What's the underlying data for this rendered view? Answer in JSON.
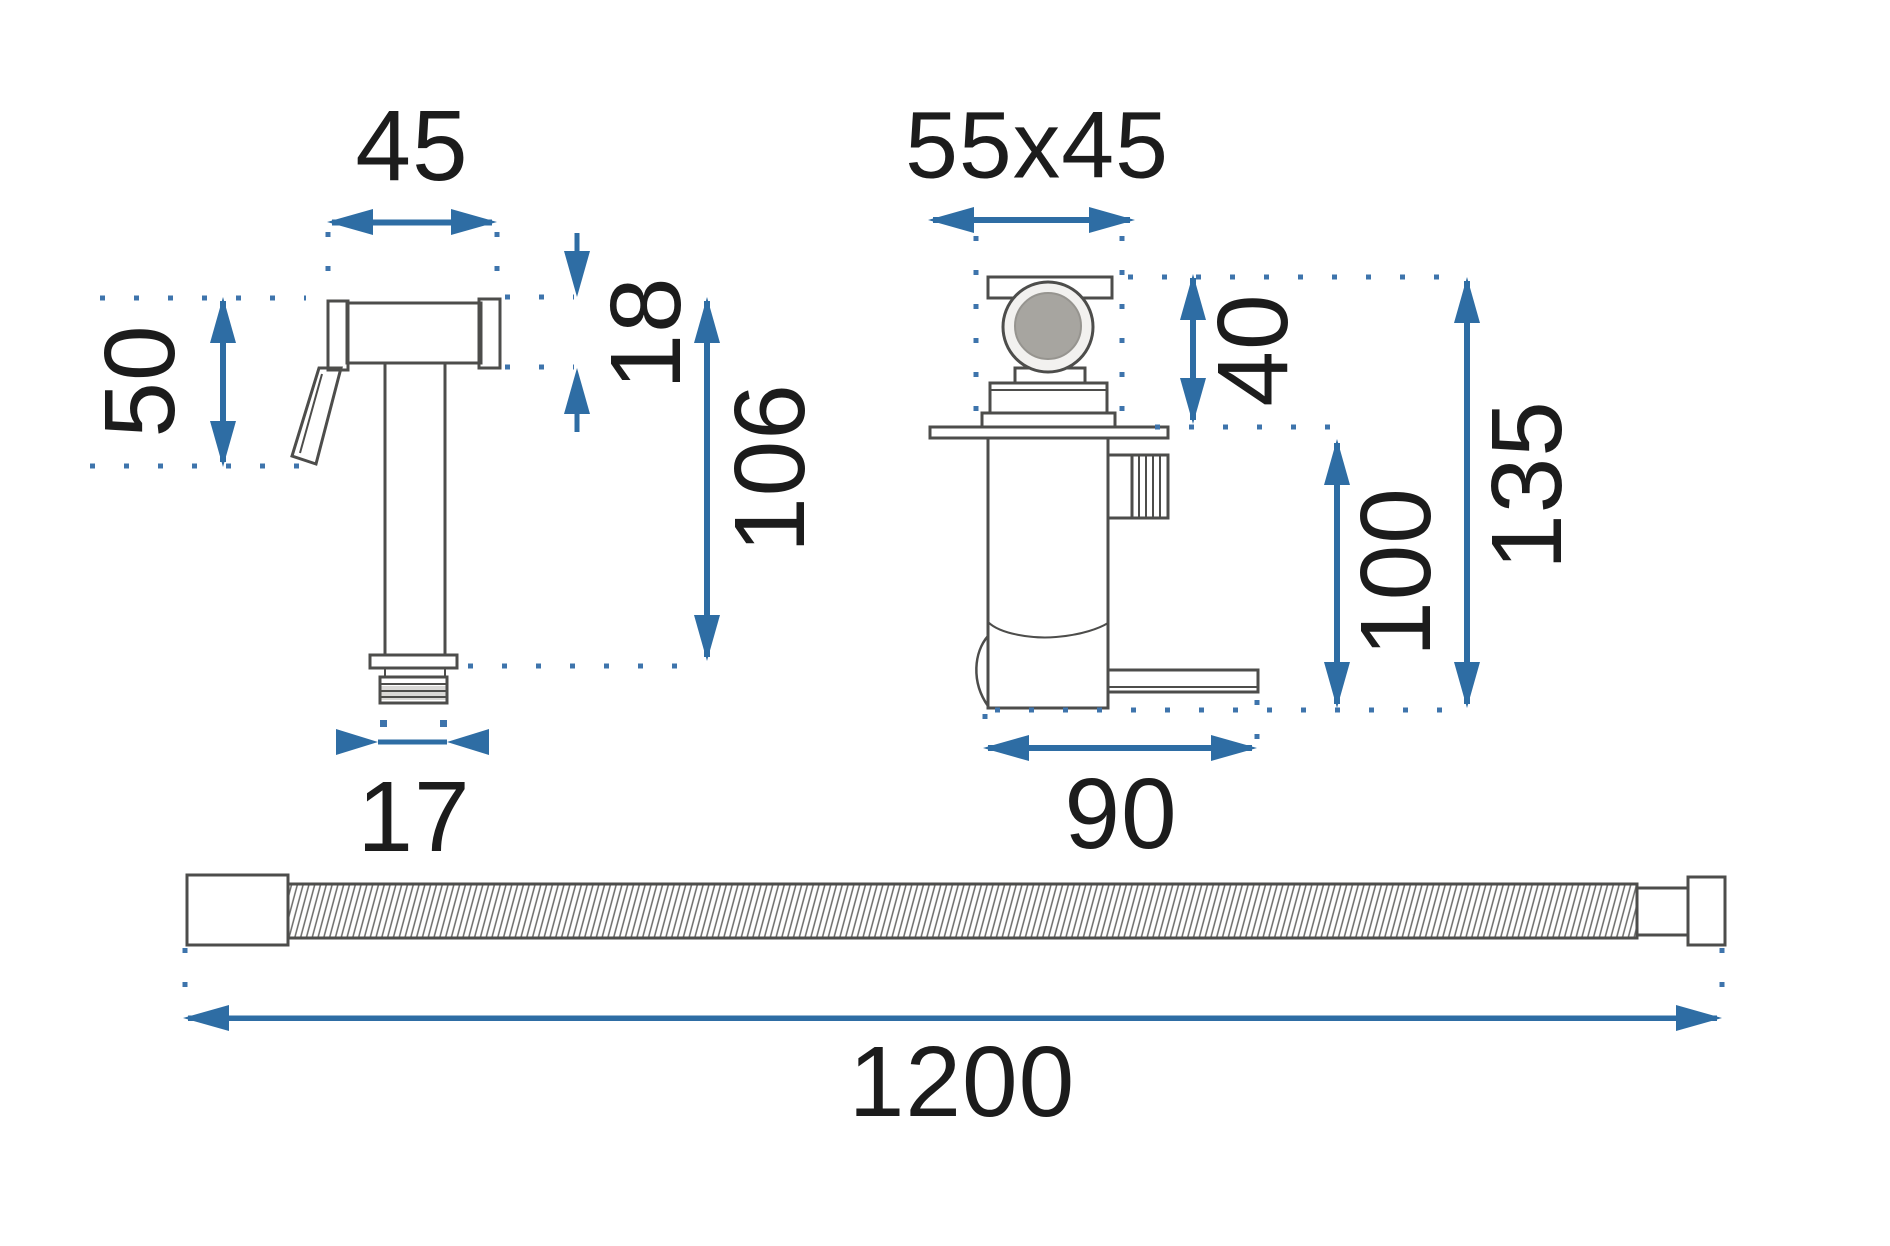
{
  "diagram": {
    "type": "technical-dimension-drawing",
    "units": "mm",
    "figures": [
      "handheld-bidet-sprayer",
      "mixer-valve",
      "shower-hose"
    ]
  },
  "sprayer": {
    "head_width": "45",
    "head_height": "18",
    "grip_height": "50",
    "body_length": "106",
    "connector_width": "17"
  },
  "valve": {
    "plate_size": "55x45",
    "top_height": "40",
    "body_height": "100",
    "total_height": "135",
    "depth": "90"
  },
  "hose": {
    "length": "1200"
  },
  "colors": {
    "dimension_blue": "#2e6da4",
    "dot_blue": "#3e74ac",
    "outline_gray": "#4d4d4b",
    "knob_gray": "#a7a5a0",
    "label_black": "#1c1c1c",
    "hatch_gray": "#6b6b69"
  }
}
